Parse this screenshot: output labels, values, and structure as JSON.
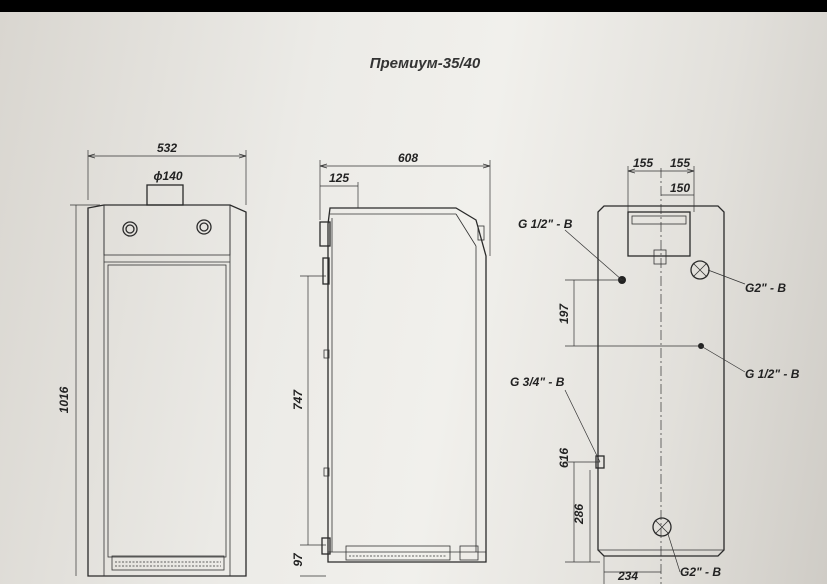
{
  "title": "Премиум-35/40",
  "front_view": {
    "width": "532",
    "flue_diameter": "ϕ140",
    "height": "1016"
  },
  "side_view": {
    "depth": "608",
    "flue_offset": "125",
    "height": "747",
    "bottom": "97"
  },
  "rear_view": {
    "left_offset": "155",
    "right_offset": "155",
    "flue_width": "150",
    "gas_inlet": "G 1/2\" - B",
    "supply": "G2\" - B",
    "outlet": "G 1/2\" - B",
    "drain": "G 3/4\" - B",
    "return": "G2\" - B",
    "dim_197": "197",
    "dim_616": "616",
    "dim_286": "286",
    "dim_234": "234"
  }
}
